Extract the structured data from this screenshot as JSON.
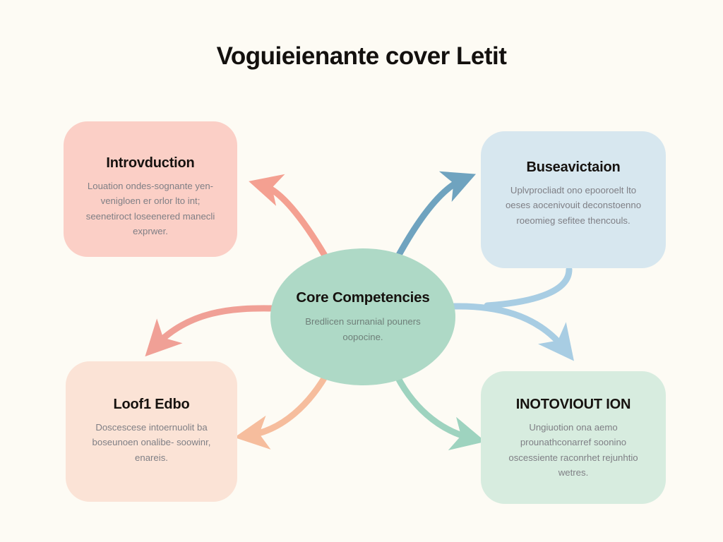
{
  "title": "Voguieienante cover Letit",
  "background_color": "#fdfbf4",
  "center": {
    "label": "Core Competencies",
    "body": "Bredlicen surnanial pouners oopocine.",
    "color": "#aed9c6"
  },
  "nodes": [
    {
      "id": "top-left",
      "title": "Introvduction",
      "body": "Louation ondes-sognante yen-venigloen er orlor lto int; seenetiroct loseenered manecli exprwer.",
      "color": "#fbcfc6"
    },
    {
      "id": "top-right",
      "title": "Buseavictaion",
      "body": "Uplvprocliadt ono epooroelt lto oeses aocenivouit deconstoenno roeomieg sefitee thencouls.",
      "color": "#d7e7ef"
    },
    {
      "id": "bottom-left",
      "title": "Loof1 Edbo",
      "body": "Doscescese intoernuolit ba boseunoen onalibe- soowinr, enareis.",
      "color": "#fbe3d6"
    },
    {
      "id": "bottom-right",
      "title": "INOTOVIOUT ION",
      "body": "Ungiuotion ona aemo prounathconarref soonino oscessiente raconrhet rejunhtio wetres.",
      "color": "#d7ecdf"
    }
  ],
  "arrows": [
    {
      "id": "to-top-left",
      "from": "center",
      "to": "top-left",
      "color": "#f4a091"
    },
    {
      "id": "to-top-right",
      "from": "center",
      "to": "top-right",
      "color": "#6fa3bf"
    },
    {
      "id": "to-left",
      "from": "center",
      "to": "bottom-left",
      "color": "#f0a096"
    },
    {
      "id": "to-right",
      "from": "center",
      "to": "top-right",
      "color": "#a8cde3"
    },
    {
      "id": "to-bottom-left",
      "from": "center",
      "to": "bottom-left",
      "color": "#f6bd9d"
    },
    {
      "id": "to-bottom-right",
      "from": "center",
      "to": "bottom-right",
      "color": "#9ed3bf"
    }
  ]
}
